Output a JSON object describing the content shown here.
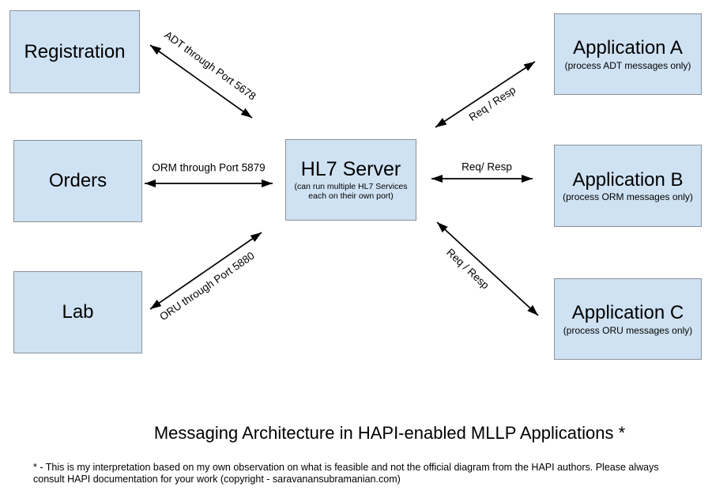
{
  "colors": {
    "canvas_bg": "#ffffff",
    "box_fill": "#cfe2f3",
    "box_border": "#8a9099",
    "arrow": "#000000"
  },
  "nodes": {
    "registration": {
      "label": "Registration"
    },
    "orders": {
      "label": "Orders"
    },
    "lab": {
      "label": "Lab"
    },
    "hl7_server": {
      "label": "HL7 Server",
      "sublabel": "(can run multiple HL7 Services each on their own port)"
    },
    "app_a": {
      "label": "Application A",
      "sublabel": "(process ADT messages only)"
    },
    "app_b": {
      "label": "Application B",
      "sublabel": "(process ORM messages only)"
    },
    "app_c": {
      "label": "Application C",
      "sublabel": "(process ORU messages only)"
    }
  },
  "edges": {
    "adt": {
      "label": "ADT through Port 5678"
    },
    "orm": {
      "label": "ORM through Port 5879"
    },
    "oru": {
      "label": "ORU through Port 5880"
    },
    "req_top": {
      "label": "Req / Resp"
    },
    "req_mid": {
      "label": "Req/ Resp"
    },
    "req_bottom": {
      "label": "Req / Resp"
    }
  },
  "caption": {
    "title": "Messaging Architecture in HAPI-enabled MLLP Applications *",
    "footnote_line1": "* - This is my interpretation based on my own observation on what is feasible and not the official diagram from the HAPI authors. Please always",
    "footnote_line2": "consult HAPI documentation for your work (copyright - saravanansubramanian.com)"
  }
}
